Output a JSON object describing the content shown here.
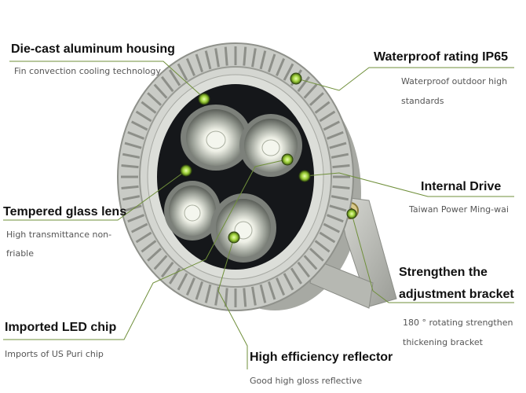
{
  "features": {
    "housing": {
      "title": "Die-cast aluminum housing",
      "desc": "Fin convection cooling technology"
    },
    "waterproof": {
      "title": "Waterproof rating IP65",
      "desc_line1": "Waterproof outdoor high",
      "desc_line2": "standards"
    },
    "glass": {
      "title": "Tempered glass lens",
      "desc_line1": "High transmittance non-",
      "desc_line2": "friable"
    },
    "drive": {
      "title": "Internal Drive",
      "desc": "Taiwan Power Ming-wai"
    },
    "bracket": {
      "title_line1": "Strengthen the",
      "title_line2": "adjustment bracket",
      "desc_line1": "180 ° rotating strengthen",
      "desc_line2": "thickening bracket"
    },
    "chip": {
      "title": "Imported LED chip",
      "desc": "Imports of US Puri chip"
    },
    "reflector": {
      "title": "High efficiency reflector",
      "desc": "Good high gloss reflective"
    }
  },
  "colors": {
    "leader_line": "#6f8f3a",
    "dot_glow": "#b8e05a",
    "housing": "#c9cbc6",
    "face": "#15171a"
  }
}
